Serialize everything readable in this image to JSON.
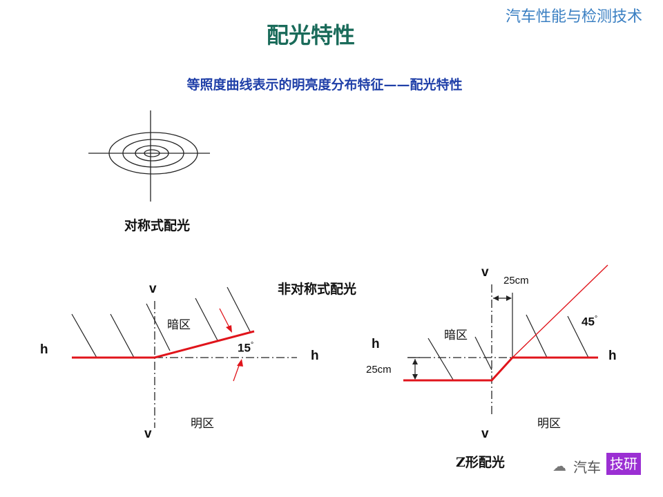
{
  "header": {
    "course_title": "汽车性能与检测技术",
    "slide_title": "配光特性",
    "subtitle": "等照度曲线表示的明亮度分布特征——配光特性"
  },
  "symmetric": {
    "caption": "对称式配光"
  },
  "asymmetric": {
    "caption": "非对称式配光",
    "v_top": "v",
    "v_bottom": "v",
    "h_left": "h",
    "h_right": "h",
    "dark_zone": "暗区",
    "bright_zone": "明区",
    "angle": "15",
    "angle_unit": "°"
  },
  "z_shape": {
    "caption": "Z形配光",
    "v_top": "v",
    "v_bottom": "v",
    "h_left": "h",
    "h_right": "h",
    "dark_zone": "暗区",
    "bright_zone": "明区",
    "offset_horizontal": "25cm",
    "offset_vertical": "25cm",
    "angle": "45",
    "angle_unit": "°"
  },
  "watermark": {
    "text_grey": "汽车",
    "text_box": "技研"
  },
  "colors": {
    "cutoff_line": "#e0141b",
    "title": "#1a6b5a",
    "subtitle": "#1f3fa8",
    "course_title": "#3a7fc2"
  }
}
